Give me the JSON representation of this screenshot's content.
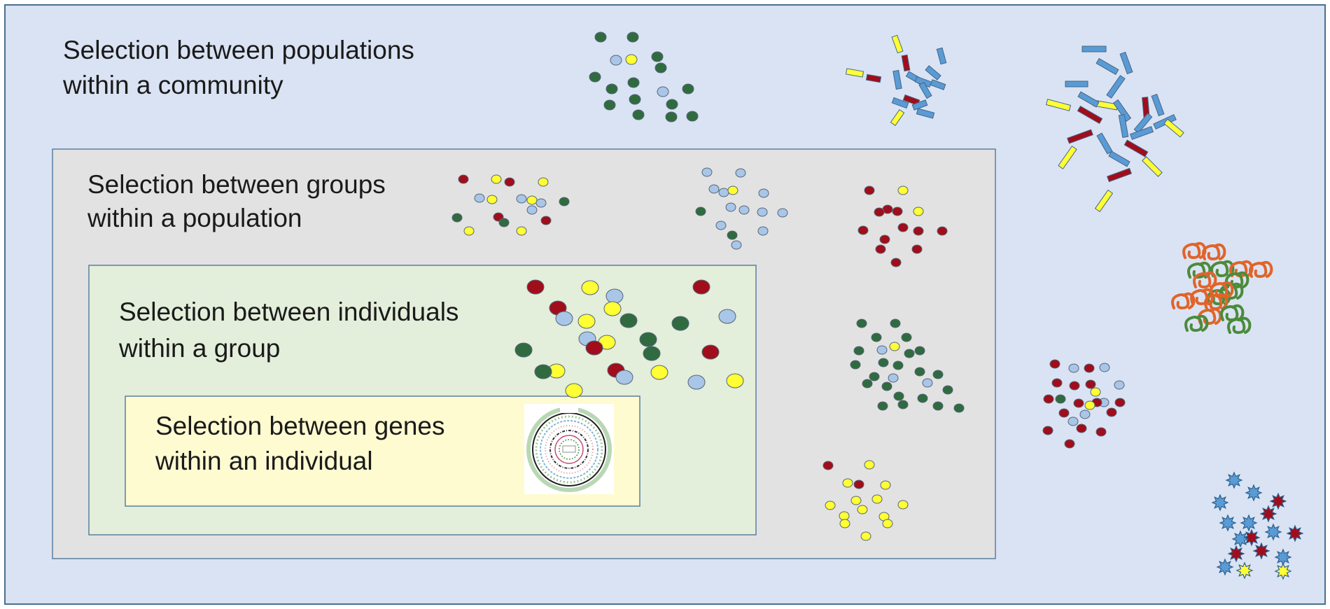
{
  "levels": {
    "community": {
      "line1": "Selection between populations",
      "line2": "within a community",
      "fill": "#dae3f3"
    },
    "population": {
      "line1": "Selection between groups",
      "line2": "within a population",
      "fill": "#e3e2e2"
    },
    "group": {
      "line1": "Selection between individuals",
      "line2": "within a group",
      "fill": "#e3eedb"
    },
    "individual": {
      "line1": "Selection between genes",
      "line2": "within an individual",
      "fill": "#fffbd1"
    }
  },
  "colors": {
    "frame_border": "#4a6f8f",
    "dark_green": "#2f6b3f",
    "light_blue": "#a9c6e8",
    "yellow": "#ffff33",
    "dark_red": "#a10d1a",
    "mid_blue": "#5a9bd5",
    "orange": "#e0642a",
    "green": "#4b8b3b"
  },
  "icons": {
    "genome": "circular-genome-map-icon"
  }
}
